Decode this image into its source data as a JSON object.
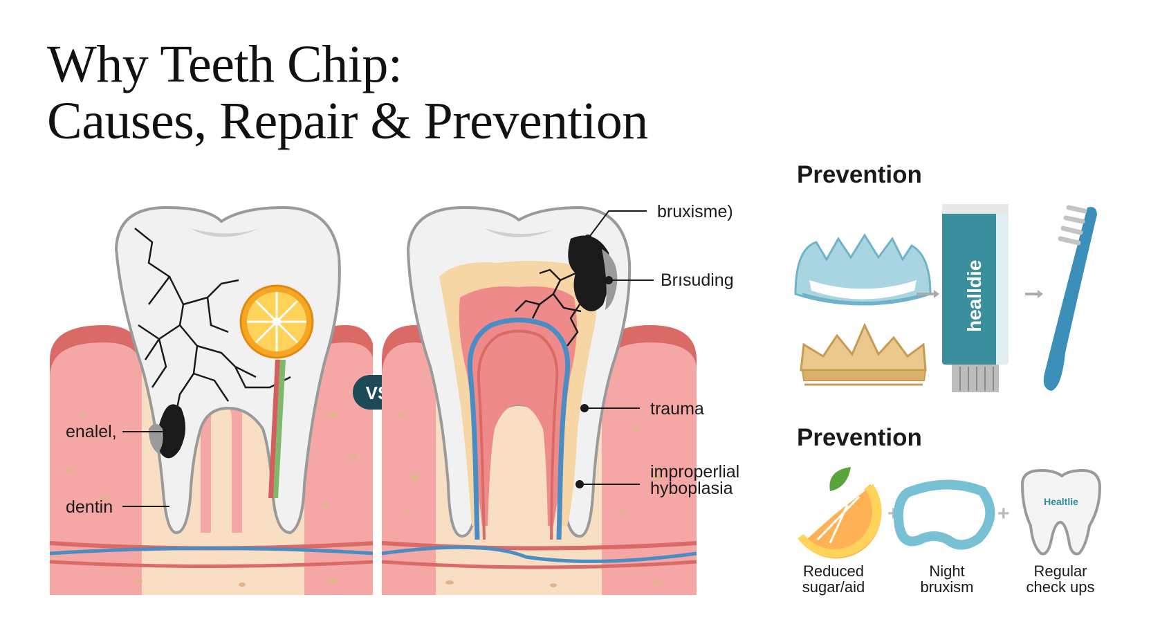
{
  "title": {
    "line1": "Why Teeth Chip:",
    "line2": "Causes, Repair & Prevention"
  },
  "diagram": {
    "vs_label": "VS",
    "left_labels": [
      "enalel,",
      "dentin"
    ],
    "right_labels": [
      "bruxisme)",
      "Brısuding",
      "trauma",
      "improperlial",
      "hyboplasia"
    ]
  },
  "prevention_top": {
    "heading": "Prevention",
    "toothpaste_brand": "healldie"
  },
  "prevention_bottom": {
    "heading": "Prevention",
    "tooth_badge": "Healtlie",
    "items": [
      {
        "line1": "Reduced",
        "line2": "sugar/aid"
      },
      {
        "line1": "Night",
        "line2": "bruxism"
      },
      {
        "line1": "Regular",
        "line2": "check ups"
      }
    ]
  },
  "colors": {
    "gum": "#f4a7a4",
    "gum_dark": "#d96a66",
    "bone": "#f8dfc3",
    "nerve_blue": "#4a8cc4",
    "vs_badge": "#1e4a57",
    "toothpaste": "#3b8f9c"
  }
}
